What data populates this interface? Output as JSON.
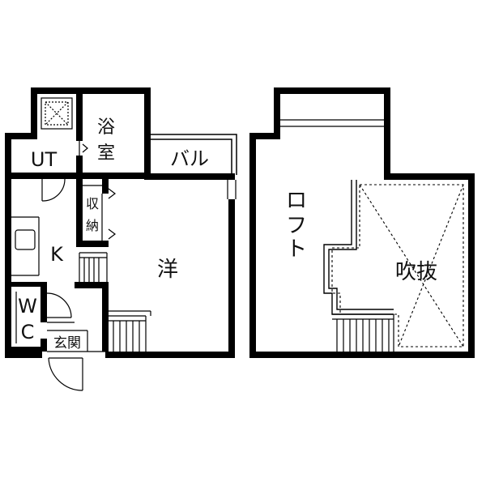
{
  "floor_plan": {
    "lower_floor": {
      "rooms": {
        "ut": "UT",
        "bath_line1": "浴",
        "bath_line2": "室",
        "balcony": "バル",
        "storage_line1": "収",
        "storage_line2": "納",
        "kitchen": "K",
        "western_room": "洋",
        "wc_line1": "W",
        "wc_line2": "C",
        "entrance": "玄関"
      }
    },
    "loft_floor": {
      "rooms": {
        "loft_line1": "ロ",
        "loft_line2": "フ",
        "loft_line3": "ト",
        "void": "吹抜"
      }
    }
  }
}
